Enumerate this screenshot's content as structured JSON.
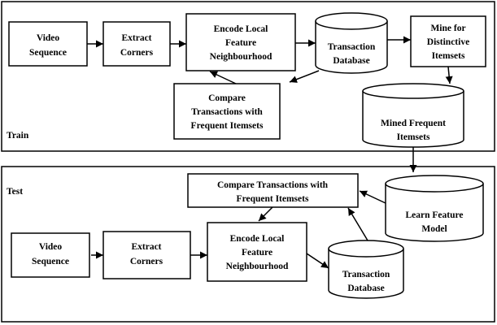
{
  "train": {
    "panel_label": "Train",
    "video_sequence": [
      "Video",
      "Sequence"
    ],
    "extract_corners": [
      "Extract",
      "Corners"
    ],
    "encode": [
      "Encode Local",
      "Feature",
      "Neighbourhood"
    ],
    "transaction_db": [
      "Transaction",
      "Database"
    ],
    "mine": [
      "Mine for",
      "Distinctive",
      "Itemsets"
    ],
    "compare": [
      "Compare",
      "Transactions with",
      "Frequent Itemsets"
    ],
    "mined_frequent": [
      "Mined Frequent",
      "Itemsets"
    ]
  },
  "test": {
    "panel_label": "Test",
    "compare": [
      "Compare Transactions with",
      "Frequent Itemsets"
    ],
    "learn": [
      "Learn Feature",
      "Model"
    ],
    "video_sequence": [
      "Video",
      "Sequence"
    ],
    "extract_corners": [
      "Extract",
      "Corners"
    ],
    "encode": [
      "Encode Local",
      "Feature",
      "Neighbourhood"
    ],
    "transaction_db": [
      "Transaction",
      "Database"
    ]
  }
}
